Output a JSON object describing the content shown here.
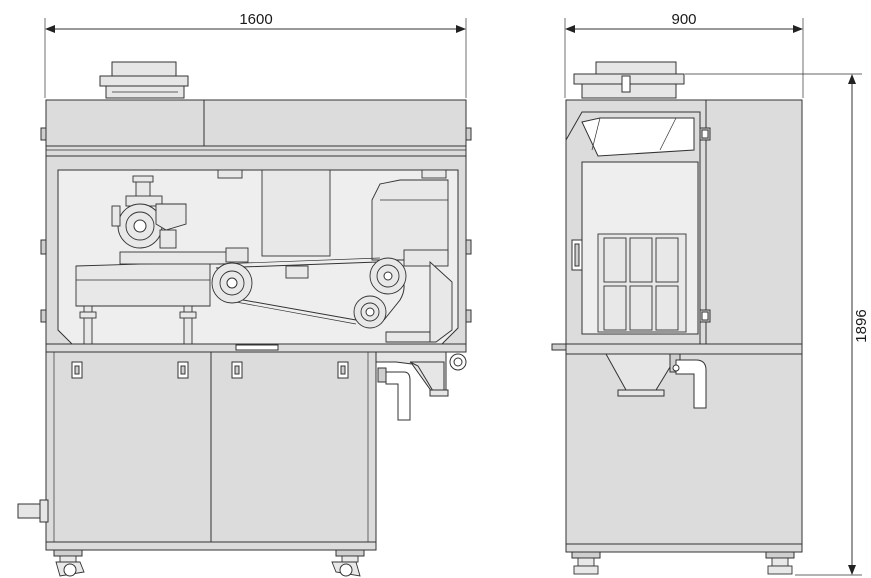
{
  "dimensions": {
    "front_width": "1600",
    "side_width": "900",
    "height": "1896"
  }
}
